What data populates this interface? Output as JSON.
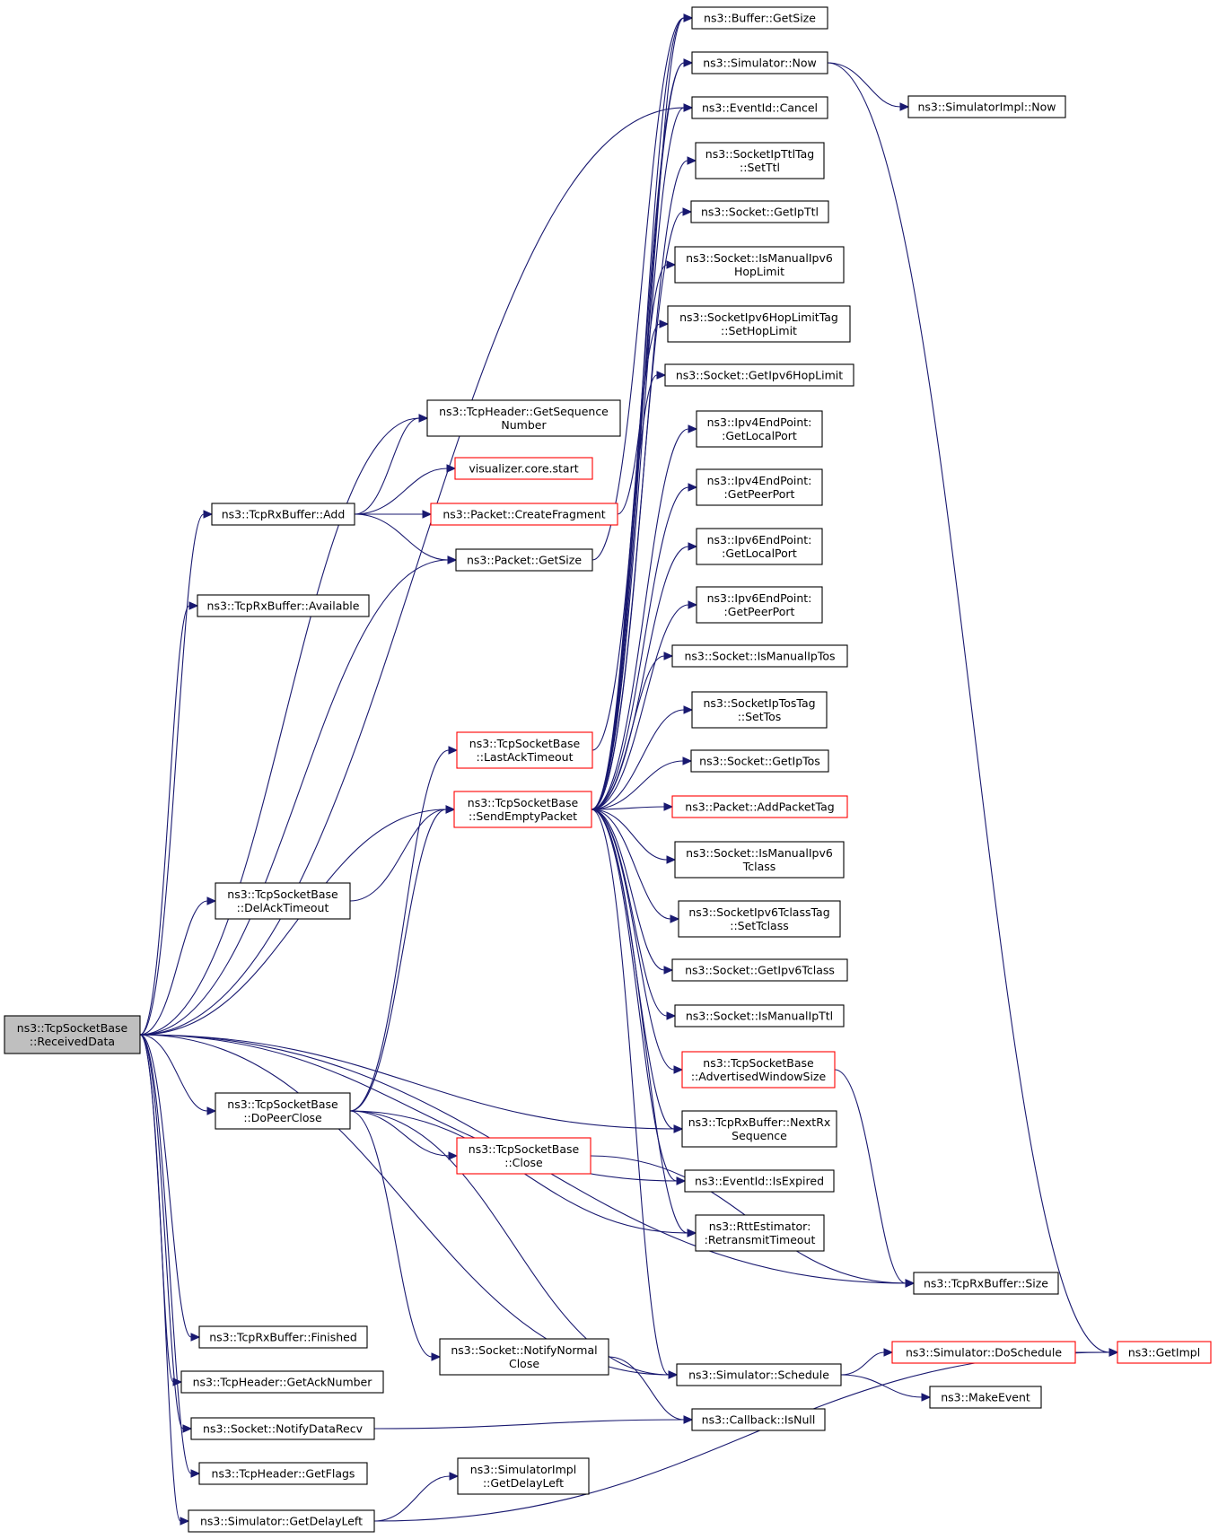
{
  "colors": {
    "edge": "#191970",
    "border_normal": "#000000",
    "border_truncated": "#ff0000",
    "root_fill": "#bfbfbf",
    "node_fill": "#ffffff"
  },
  "nodes": [
    {
      "id": "root",
      "lines": [
        "ns3::TcpSocketBase",
        "::ReceivedData"
      ],
      "style": "root"
    },
    {
      "id": "buf_getsize",
      "lines": [
        "ns3::Buffer::GetSize"
      ],
      "style": "normal"
    },
    {
      "id": "sim_now",
      "lines": [
        "ns3::Simulator::Now"
      ],
      "style": "normal"
    },
    {
      "id": "simimpl_now",
      "lines": [
        "ns3::SimulatorImpl::Now"
      ],
      "style": "normal"
    },
    {
      "id": "eventid_cancel",
      "lines": [
        "ns3::EventId::Cancel"
      ],
      "style": "normal"
    },
    {
      "id": "ipttltag_setttl",
      "lines": [
        "ns3::SocketIpTtlTag",
        "::SetTtl"
      ],
      "style": "normal"
    },
    {
      "id": "sock_getipttl",
      "lines": [
        "ns3::Socket::GetIpTtl"
      ],
      "style": "normal"
    },
    {
      "id": "sock_ismanualipv6hop",
      "lines": [
        "ns3::Socket::IsManualIpv6",
        "HopLimit"
      ],
      "style": "normal"
    },
    {
      "id": "ipv6hoptag_set",
      "lines": [
        "ns3::SocketIpv6HopLimitTag",
        "::SetHopLimit"
      ],
      "style": "normal"
    },
    {
      "id": "sock_getipv6hop",
      "lines": [
        "ns3::Socket::GetIpv6HopLimit"
      ],
      "style": "normal"
    },
    {
      "id": "ipv4ep_local",
      "lines": [
        "ns3::Ipv4EndPoint:",
        ":GetLocalPort"
      ],
      "style": "normal"
    },
    {
      "id": "ipv4ep_peer",
      "lines": [
        "ns3::Ipv4EndPoint:",
        ":GetPeerPort"
      ],
      "style": "normal"
    },
    {
      "id": "ipv6ep_local",
      "lines": [
        "ns3::Ipv6EndPoint:",
        ":GetLocalPort"
      ],
      "style": "normal"
    },
    {
      "id": "ipv6ep_peer",
      "lines": [
        "ns3::Ipv6EndPoint:",
        ":GetPeerPort"
      ],
      "style": "normal"
    },
    {
      "id": "sock_ismanualiptos",
      "lines": [
        "ns3::Socket::IsManualIpTos"
      ],
      "style": "normal"
    },
    {
      "id": "iptostag_settos",
      "lines": [
        "ns3::SocketIpTosTag",
        "::SetTos"
      ],
      "style": "normal"
    },
    {
      "id": "sock_getiptos",
      "lines": [
        "ns3::Socket::GetIpTos"
      ],
      "style": "normal"
    },
    {
      "id": "pkt_addtag",
      "lines": [
        "ns3::Packet::AddPacketTag"
      ],
      "style": "truncated"
    },
    {
      "id": "sock_ismanualipv6tclass",
      "lines": [
        "ns3::Socket::IsManualIpv6",
        "Tclass"
      ],
      "style": "normal"
    },
    {
      "id": "ipv6tclasstag_set",
      "lines": [
        "ns3::SocketIpv6TclassTag",
        "::SetTclass"
      ],
      "style": "normal"
    },
    {
      "id": "sock_getipv6tclass",
      "lines": [
        "ns3::Socket::GetIpv6Tclass"
      ],
      "style": "normal"
    },
    {
      "id": "sock_ismanualipttl",
      "lines": [
        "ns3::Socket::IsManualIpTtl"
      ],
      "style": "normal"
    },
    {
      "id": "tsb_advwin",
      "lines": [
        "ns3::TcpSocketBase",
        "::AdvertisedWindowSize"
      ],
      "style": "truncated"
    },
    {
      "id": "rx_nextrx",
      "lines": [
        "ns3::TcpRxBuffer::NextRx",
        "Sequence"
      ],
      "style": "normal"
    },
    {
      "id": "eventid_isexpired",
      "lines": [
        "ns3::EventId::IsExpired"
      ],
      "style": "normal"
    },
    {
      "id": "rtt_rto",
      "lines": [
        "ns3::RttEstimator:",
        ":RetransmitTimeout"
      ],
      "style": "normal"
    },
    {
      "id": "rx_size",
      "lines": [
        "ns3::TcpRxBuffer::Size"
      ],
      "style": "normal"
    },
    {
      "id": "sim_doschedule",
      "lines": [
        "ns3::Simulator::DoSchedule"
      ],
      "style": "truncated"
    },
    {
      "id": "getimpl",
      "lines": [
        "ns3::GetImpl"
      ],
      "style": "truncated"
    },
    {
      "id": "makeevent",
      "lines": [
        "ns3::MakeEvent"
      ],
      "style": "normal"
    },
    {
      "id": "sim_schedule",
      "lines": [
        "ns3::Simulator::Schedule"
      ],
      "style": "normal"
    },
    {
      "id": "callback_isnull",
      "lines": [
        "ns3::Callback::IsNull"
      ],
      "style": "normal"
    },
    {
      "id": "th_getseq",
      "lines": [
        "ns3::TcpHeader::GetSequence",
        "Number"
      ],
      "style": "normal"
    },
    {
      "id": "viz_start",
      "lines": [
        "visualizer.core.start"
      ],
      "style": "truncated"
    },
    {
      "id": "pkt_createfrag",
      "lines": [
        "ns3::Packet::CreateFragment"
      ],
      "style": "truncated"
    },
    {
      "id": "pkt_getsize",
      "lines": [
        "ns3::Packet::GetSize"
      ],
      "style": "normal"
    },
    {
      "id": "rx_add",
      "lines": [
        "ns3::TcpRxBuffer::Add"
      ],
      "style": "normal"
    },
    {
      "id": "rx_available",
      "lines": [
        "ns3::TcpRxBuffer::Available"
      ],
      "style": "normal"
    },
    {
      "id": "tsb_lastack",
      "lines": [
        "ns3::TcpSocketBase",
        "::LastAckTimeout"
      ],
      "style": "truncated"
    },
    {
      "id": "tsb_sendempty",
      "lines": [
        "ns3::TcpSocketBase",
        "::SendEmptyPacket"
      ],
      "style": "truncated"
    },
    {
      "id": "tsb_delack",
      "lines": [
        "ns3::TcpSocketBase",
        "::DelAckTimeout"
      ],
      "style": "normal"
    },
    {
      "id": "tsb_dopeerclose",
      "lines": [
        "ns3::TcpSocketBase",
        "::DoPeerClose"
      ],
      "style": "normal"
    },
    {
      "id": "tsb_close",
      "lines": [
        "ns3::TcpSocketBase",
        "::Close"
      ],
      "style": "truncated"
    },
    {
      "id": "sock_notifynormalclose",
      "lines": [
        "ns3::Socket::NotifyNormal",
        "Close"
      ],
      "style": "normal"
    },
    {
      "id": "rx_finished",
      "lines": [
        "ns3::TcpRxBuffer::Finished"
      ],
      "style": "normal"
    },
    {
      "id": "th_getack",
      "lines": [
        "ns3::TcpHeader::GetAckNumber"
      ],
      "style": "normal"
    },
    {
      "id": "sock_notifydatarecv",
      "lines": [
        "ns3::Socket::NotifyDataRecv"
      ],
      "style": "normal"
    },
    {
      "id": "th_getflags",
      "lines": [
        "ns3::TcpHeader::GetFlags"
      ],
      "style": "normal"
    },
    {
      "id": "simimpl_getdelayleft",
      "lines": [
        "ns3::SimulatorImpl",
        "::GetDelayLeft"
      ],
      "style": "normal"
    },
    {
      "id": "sim_getdelayleft",
      "lines": [
        "ns3::Simulator::GetDelayLeft"
      ],
      "style": "normal"
    }
  ],
  "edges": [
    [
      "root",
      "th_getseq"
    ],
    [
      "root",
      "rx_add"
    ],
    [
      "root",
      "pkt_getsize"
    ],
    [
      "root",
      "rx_available"
    ],
    [
      "root",
      "eventid_cancel"
    ],
    [
      "root",
      "tsb_sendempty"
    ],
    [
      "root",
      "tsb_delack"
    ],
    [
      "root",
      "rx_nextrx"
    ],
    [
      "root",
      "eventid_isexpired"
    ],
    [
      "root",
      "tsb_dopeerclose"
    ],
    [
      "root",
      "rx_size"
    ],
    [
      "root",
      "sim_schedule"
    ],
    [
      "root",
      "rx_finished"
    ],
    [
      "root",
      "th_getack"
    ],
    [
      "root",
      "sock_notifydatarecv"
    ],
    [
      "root",
      "th_getflags"
    ],
    [
      "root",
      "sim_getdelayleft"
    ],
    [
      "rx_add",
      "th_getseq"
    ],
    [
      "rx_add",
      "viz_start"
    ],
    [
      "rx_add",
      "pkt_createfrag"
    ],
    [
      "rx_add",
      "pkt_getsize"
    ],
    [
      "pkt_getsize",
      "buf_getsize"
    ],
    [
      "pkt_createfrag",
      "buf_getsize"
    ],
    [
      "sim_now",
      "getimpl"
    ],
    [
      "sim_now",
      "simimpl_now"
    ],
    [
      "tsb_lastack",
      "sim_now"
    ],
    [
      "tsb_sendempty",
      "buf_getsize"
    ],
    [
      "tsb_sendempty",
      "sim_now"
    ],
    [
      "tsb_sendempty",
      "eventid_cancel"
    ],
    [
      "tsb_sendempty",
      "ipttltag_setttl"
    ],
    [
      "tsb_sendempty",
      "sock_getipttl"
    ],
    [
      "tsb_sendempty",
      "sock_ismanualipv6hop"
    ],
    [
      "tsb_sendempty",
      "ipv6hoptag_set"
    ],
    [
      "tsb_sendempty",
      "sock_getipv6hop"
    ],
    [
      "tsb_sendempty",
      "ipv4ep_local"
    ],
    [
      "tsb_sendempty",
      "ipv4ep_peer"
    ],
    [
      "tsb_sendempty",
      "ipv6ep_local"
    ],
    [
      "tsb_sendempty",
      "ipv6ep_peer"
    ],
    [
      "tsb_sendempty",
      "sock_ismanualiptos"
    ],
    [
      "tsb_sendempty",
      "iptostag_settos"
    ],
    [
      "tsb_sendempty",
      "sock_getiptos"
    ],
    [
      "tsb_sendempty",
      "pkt_addtag"
    ],
    [
      "tsb_sendempty",
      "sock_ismanualipv6tclass"
    ],
    [
      "tsb_sendempty",
      "ipv6tclasstag_set"
    ],
    [
      "tsb_sendempty",
      "sock_getipv6tclass"
    ],
    [
      "tsb_sendempty",
      "sock_ismanualipttl"
    ],
    [
      "tsb_sendempty",
      "tsb_advwin"
    ],
    [
      "tsb_sendempty",
      "rx_nextrx"
    ],
    [
      "tsb_sendempty",
      "eventid_isexpired"
    ],
    [
      "tsb_sendempty",
      "rtt_rto"
    ],
    [
      "tsb_sendempty",
      "sim_schedule"
    ],
    [
      "tsb_advwin",
      "rx_size"
    ],
    [
      "tsb_delack",
      "tsb_sendempty"
    ],
    [
      "tsb_dopeerclose",
      "tsb_lastack"
    ],
    [
      "tsb_dopeerclose",
      "tsb_sendempty"
    ],
    [
      "tsb_dopeerclose",
      "tsb_close"
    ],
    [
      "tsb_dopeerclose",
      "rtt_rto"
    ],
    [
      "tsb_dopeerclose",
      "sock_notifynormalclose"
    ],
    [
      "tsb_dopeerclose",
      "sim_schedule"
    ],
    [
      "tsb_close",
      "rx_size"
    ],
    [
      "sock_notifynormalclose",
      "callback_isnull"
    ],
    [
      "sim_schedule",
      "sim_doschedule"
    ],
    [
      "sim_schedule",
      "makeevent"
    ],
    [
      "sim_doschedule",
      "getimpl"
    ],
    [
      "sock_notifydatarecv",
      "callback_isnull"
    ],
    [
      "sim_getdelayleft",
      "simimpl_getdelayleft"
    ],
    [
      "sim_getdelayleft",
      "getimpl"
    ]
  ]
}
